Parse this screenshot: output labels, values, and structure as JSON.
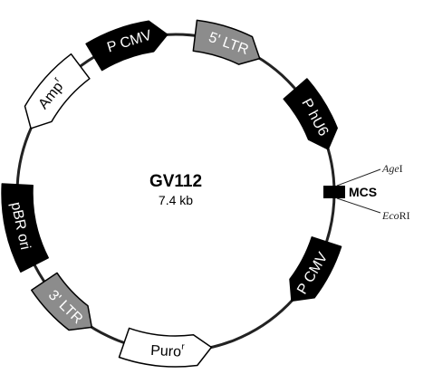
{
  "plasmid": {
    "name": "GV112",
    "size": "7.4 kb"
  },
  "colors": {
    "black": "#000000",
    "grey": "#8c8c8c",
    "white": "#ffffff",
    "ring": "#222222"
  },
  "features": [
    {
      "id": "p-cmv-top",
      "label": "P CMV",
      "sup": "",
      "fill": "black",
      "direction": "clockwise"
    },
    {
      "id": "5-ltr",
      "label": "5' LTR",
      "sup": "",
      "fill": "grey",
      "direction": "clockwise"
    },
    {
      "id": "p-hu6",
      "label": "P hU6",
      "sup": "",
      "fill": "black",
      "direction": "clockwise"
    },
    {
      "id": "p-cmv-bottom",
      "label": "P CMV",
      "sup": "",
      "fill": "black",
      "direction": "clockwise"
    },
    {
      "id": "puro",
      "label": "Puro",
      "sup": "r",
      "fill": "white",
      "direction": "counterclockwise"
    },
    {
      "id": "3-ltr",
      "label": "3' LTR",
      "sup": "",
      "fill": "grey",
      "direction": "counterclockwise"
    },
    {
      "id": "pbr-ori",
      "label": "pBR  ori",
      "sup": "",
      "fill": "black",
      "direction": "none"
    },
    {
      "id": "amp",
      "label": "Amp",
      "sup": "r",
      "fill": "white",
      "direction": "counterclockwise"
    }
  ],
  "mcs": {
    "label": "MCS",
    "sites": [
      {
        "italic": "Age",
        "roman": "I"
      },
      {
        "italic": "Eco",
        "roman": "RI"
      }
    ]
  }
}
